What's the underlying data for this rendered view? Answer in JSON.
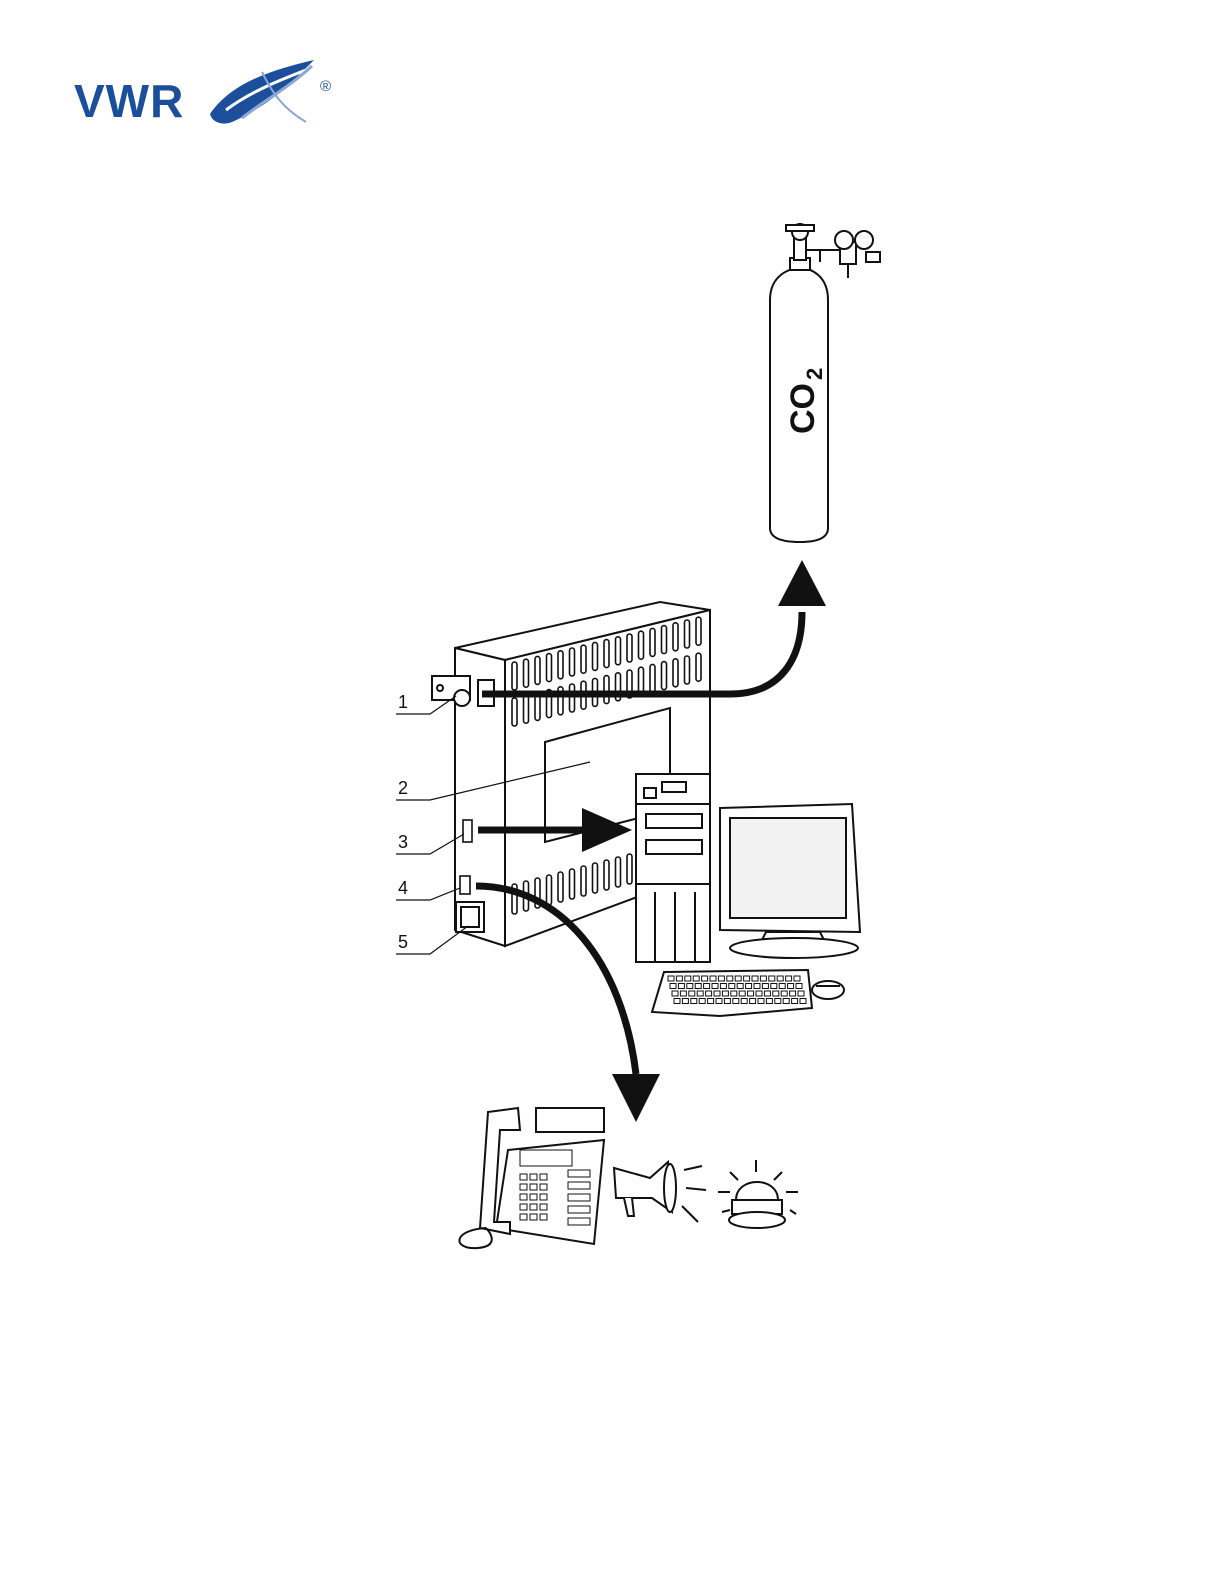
{
  "logo": {
    "text": "VWR",
    "registered": "®",
    "brand_color": "#1b4f9c",
    "accent_color": "#8aa6d6"
  },
  "cylinder": {
    "label_main": "CO",
    "label_sub": "2"
  },
  "callouts": [
    {
      "id": "1",
      "label": "1"
    },
    {
      "id": "2",
      "label": "2"
    },
    {
      "id": "3",
      "label": "3"
    },
    {
      "id": "4",
      "label": "4"
    },
    {
      "id": "5",
      "label": "5"
    }
  ],
  "colors": {
    "line": "#111111",
    "arrow": "#111111",
    "device_fill": "#ffffff",
    "screen_fill": "#f2f2f2"
  }
}
